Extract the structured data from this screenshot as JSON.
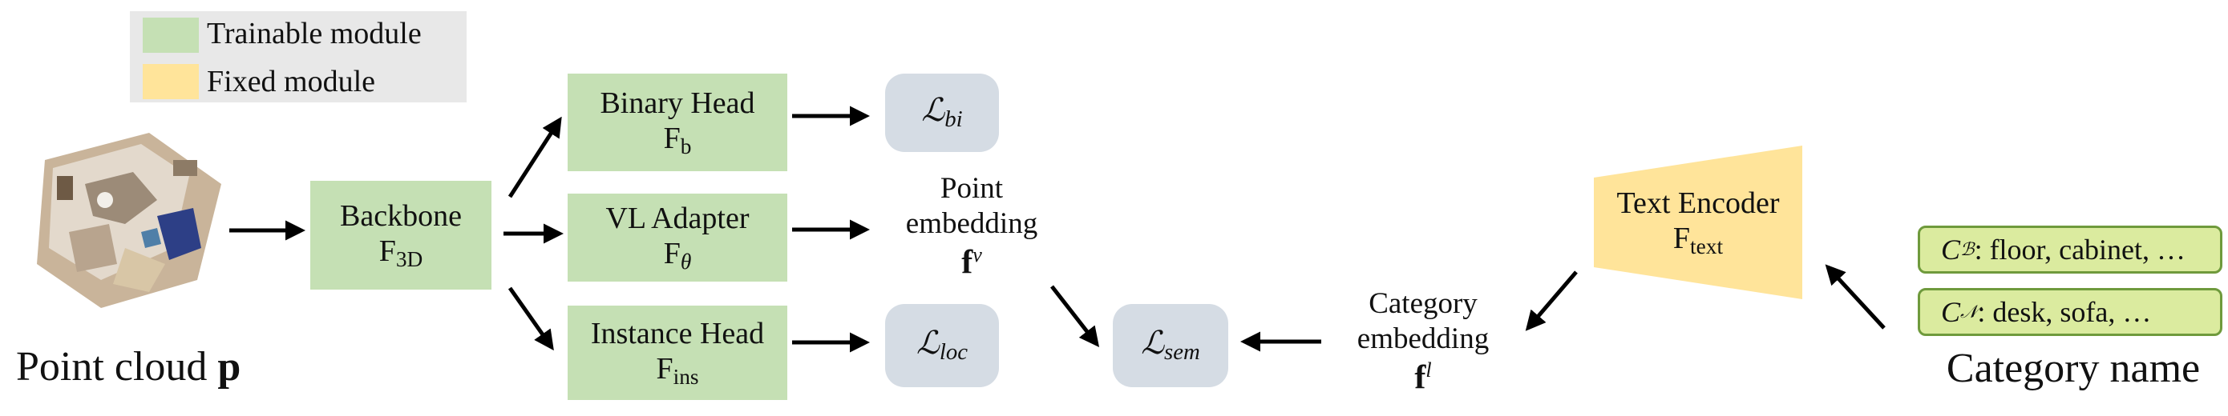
{
  "legend": {
    "trainable": {
      "label": "Trainable module",
      "color": "#c5e0b4"
    },
    "fixed": {
      "label": "Fixed module",
      "color": "#ffe49a"
    }
  },
  "input": {
    "label": "Point cloud",
    "symbol": "p"
  },
  "backbone": {
    "name": "Backbone",
    "symbol": "F",
    "sub": "3D"
  },
  "binary_head": {
    "name": "Binary Head",
    "symbol": "F",
    "sub": "b"
  },
  "vl_adapter": {
    "name": "VL Adapter",
    "symbol": "F",
    "sub": "θ"
  },
  "instance_head": {
    "name": "Instance Head",
    "symbol": "F",
    "sub": "ins"
  },
  "losses": {
    "bi": {
      "symbol": "ℒ",
      "sub": "bi"
    },
    "loc": {
      "symbol": "ℒ",
      "sub": "loc"
    },
    "sem": {
      "symbol": "ℒ",
      "sub": "sem"
    }
  },
  "point_embedding": {
    "line1": "Point",
    "line2": "embedding",
    "symbol": "f",
    "sup": "v"
  },
  "category_embedding": {
    "line1": "Category",
    "line2": "embedding",
    "symbol": "f",
    "sup": "l"
  },
  "text_encoder": {
    "name": "Text Encoder",
    "symbol": "F",
    "sub": "text",
    "color": "#ffe49a"
  },
  "categories": {
    "base": {
      "symbol": "C",
      "sup": "ℬ",
      "text": ": floor, cabinet, …"
    },
    "novel": {
      "symbol": "C",
      "sup": "𝒩",
      "text": ": desk, sofa, …"
    },
    "label": "Category name"
  },
  "colors": {
    "trainable": "#c5e0b4",
    "fixed": "#ffe49a",
    "loss": "#d5dce4",
    "category_tag": "#dbeb9f",
    "category_border": "#6f9a3c"
  }
}
